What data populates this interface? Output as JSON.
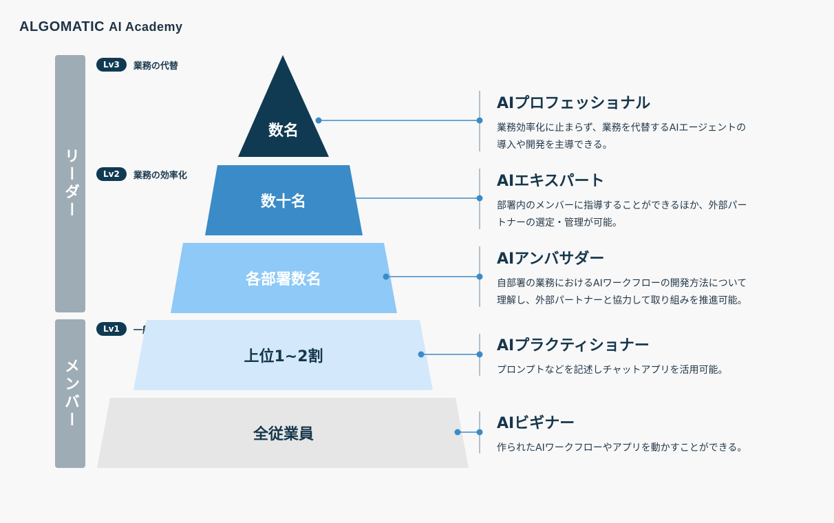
{
  "logo": {
    "brand": "ALGOMATIC",
    "product": "AI Academy"
  },
  "groups": {
    "leader": "リーダー",
    "member": "メンバー"
  },
  "levels": [
    {
      "badge": "Lv3",
      "label": "業務の代替"
    },
    {
      "badge": "Lv2",
      "label": "業務の効率化"
    },
    {
      "badge": "Lv1",
      "label": "一般知識の取得"
    }
  ],
  "tiers": [
    {
      "label": "数名",
      "color": "#0f3a52",
      "text_color": "#ffffff",
      "title": "AIプロフェッショナル",
      "desc_1": "業務効率化に止まらず、業務を代替するAIエージェントの",
      "desc_2": "導入や開発を主導できる。"
    },
    {
      "label": "数十名",
      "color": "#3a8bc8",
      "text_color": "#ffffff",
      "title": "AIエキスパート",
      "desc_1": "部署内のメンバーに指導することができるほか、外部パー",
      "desc_2": "トナーの選定・管理が可能。"
    },
    {
      "label": "各部署数名",
      "color": "#8ec9f7",
      "text_color": "#ffffff",
      "title": "AIアンバサダー",
      "desc_1": "自部署の業務におけるAIワークフローの開発方法について",
      "desc_2": "理解し、外部パートナーと協力して取り組みを推進可能。"
    },
    {
      "label": "上位1~2割",
      "color": "#d3e8fb",
      "text_color": "#16364b",
      "title": "AIプラクティショナー",
      "desc_1": " プロンプトなどを記述しチャットアプリを活用可能。",
      "desc_2": ""
    },
    {
      "label": "全従業員",
      "color": "#e6e6e6",
      "text_color": "#16364b",
      "title": "AIビギナー",
      "desc_1": "作られたAIワークフローやアプリを動かすことができる。",
      "desc_2": ""
    }
  ],
  "colors": {
    "connector": "#3a8bc8",
    "badge": "#0f3a52",
    "side_bar": "#9eacb5"
  }
}
